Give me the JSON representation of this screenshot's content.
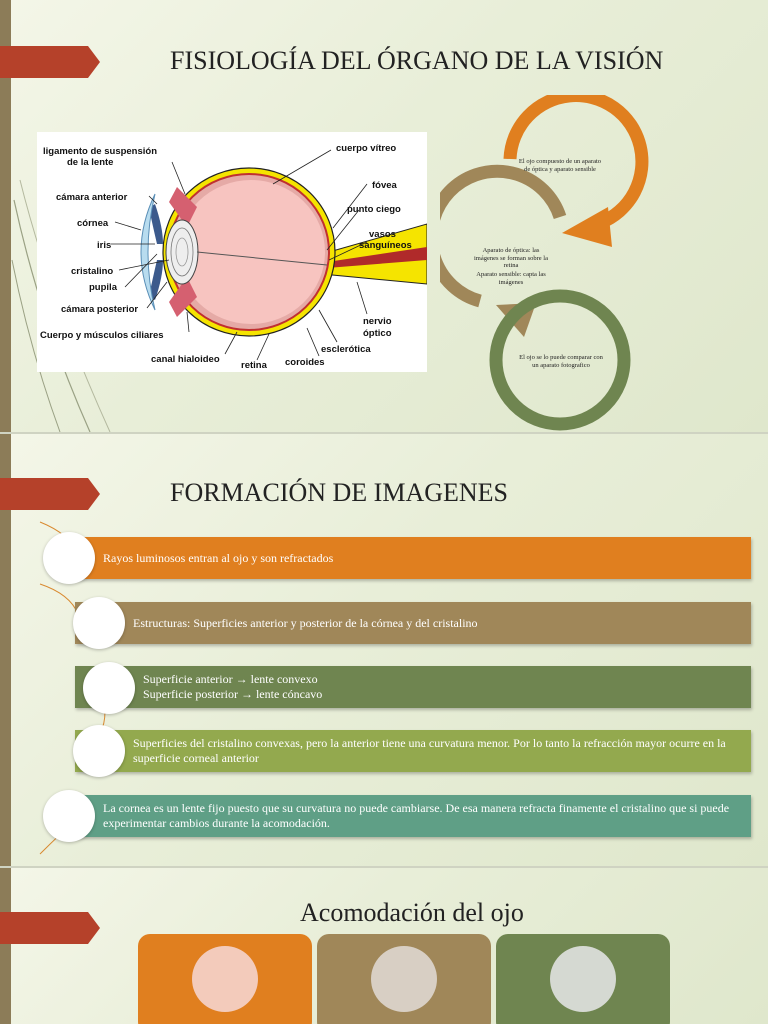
{
  "slide1": {
    "title": "FISIOLOGÍA DEL ÓRGANO DE LA VISIÓN",
    "diagram_labels": {
      "ligamento": "ligamento de suspensión",
      "ligamento2": "de la lente",
      "camara_anterior": "cámara anterior",
      "cornea": "córnea",
      "iris": "iris",
      "cristalino": "cristalino",
      "pupila": "pupila",
      "camara_posterior": "cámara posterior",
      "cuerpo_musculos": "Cuerpo y músculos ciliares",
      "canal_hialoideo": "canal hialoideo",
      "retina": "retina",
      "coroides": "coroides",
      "esclerotica": "esclerótica",
      "nervio": "nervio",
      "optico": "óptico",
      "vasos": "vasos",
      "sanguineos": "sanguíneos",
      "punto_ciego": "punto ciego",
      "fovea": "fóvea",
      "cuerpo_vitreo": "cuerpo vítreo"
    },
    "cycle": [
      {
        "text": "El ojo compuesto de un aparato de óptica  y aparato sensible",
        "color": "#e07f1f"
      },
      {
        "text": "Aparato de óptica: las imágenes se forman sobre la retina",
        "text2": "Aparato sensible: capta las imágenes",
        "color": "#a08759"
      },
      {
        "text": "El ojo se lo puede comparar con un aparato fotografico",
        "color": "#6f8550"
      }
    ]
  },
  "slide2": {
    "title": "FORMACIÓN DE IMAGENES",
    "items": [
      {
        "lines": [
          "Rayos luminosos entran al ojo y son refractados"
        ],
        "color": "#e07f1f"
      },
      {
        "lines": [
          "Estructuras: Superficies anterior y posterior de la córnea y del cristalino"
        ],
        "color": "#a08759"
      },
      {
        "lines": [
          "Superficie anterior → lente convexo",
          "Superficie posterior → lente cóncavo"
        ],
        "color": "#6f8550"
      },
      {
        "lines": [
          "Superficies del cristalino convexas, pero la anterior tiene una curvatura menor. Por lo tanto la refracción mayor ocurre en la superficie corneal anterior"
        ],
        "color": "#93a94e"
      },
      {
        "lines": [
          "La cornea es un lente fijo puesto que su curvatura no puede cambiarse. De esa manera refracta finamente el cristalino que si puede experimentar cambios durante la acomodación."
        ],
        "color": "#5f9f86"
      }
    ]
  },
  "slide3": {
    "title": "Acomodación del ojo",
    "cards": [
      {
        "color": "#e07f1f",
        "circle": "#f3cbbb"
      },
      {
        "color": "#a08759",
        "circle": "#d8cfc4"
      },
      {
        "color": "#6f8550",
        "circle": "#d5d9d2"
      }
    ]
  }
}
